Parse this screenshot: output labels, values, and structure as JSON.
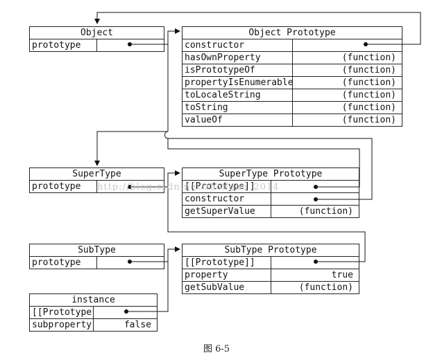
{
  "object": {
    "title": "Object",
    "rows": [
      {
        "key": "prototype",
        "value": ""
      }
    ]
  },
  "object_prototype": {
    "title": "Object Prototype",
    "rows": [
      {
        "key": "constructor",
        "value": ""
      },
      {
        "key": "hasOwnProperty",
        "value": "(function)"
      },
      {
        "key": "isPrototypeOf",
        "value": "(function)"
      },
      {
        "key": "propertyIsEnumerable",
        "value": "(function)"
      },
      {
        "key": "toLocaleString",
        "value": "(function)"
      },
      {
        "key": "toString",
        "value": "(function)"
      },
      {
        "key": "valueOf",
        "value": "(function)"
      }
    ]
  },
  "supertype": {
    "title": "SuperType",
    "rows": [
      {
        "key": "prototype",
        "value": ""
      }
    ]
  },
  "supertype_prototype": {
    "title": "SuperType Prototype",
    "rows": [
      {
        "key": "[[Prototype]]",
        "value": ""
      },
      {
        "key": "constructor",
        "value": ""
      },
      {
        "key": "getSuperValue",
        "value": "(function)"
      }
    ]
  },
  "subtype": {
    "title": "SubType",
    "rows": [
      {
        "key": "prototype",
        "value": ""
      }
    ]
  },
  "subtype_prototype": {
    "title": "SubType Prototype",
    "rows": [
      {
        "key": "[[Prototype]]",
        "value": ""
      },
      {
        "key": "property",
        "value": "true"
      },
      {
        "key": "getSubValue",
        "value": "(function)"
      }
    ]
  },
  "instance": {
    "title": "instance",
    "rows": [
      {
        "key": "[[Prototype]]",
        "value": ""
      },
      {
        "key": "subproperty",
        "value": "false"
      }
    ]
  },
  "watermark": "http://blog.csdn.net/zhongbu_2014",
  "caption": "图  6-5"
}
